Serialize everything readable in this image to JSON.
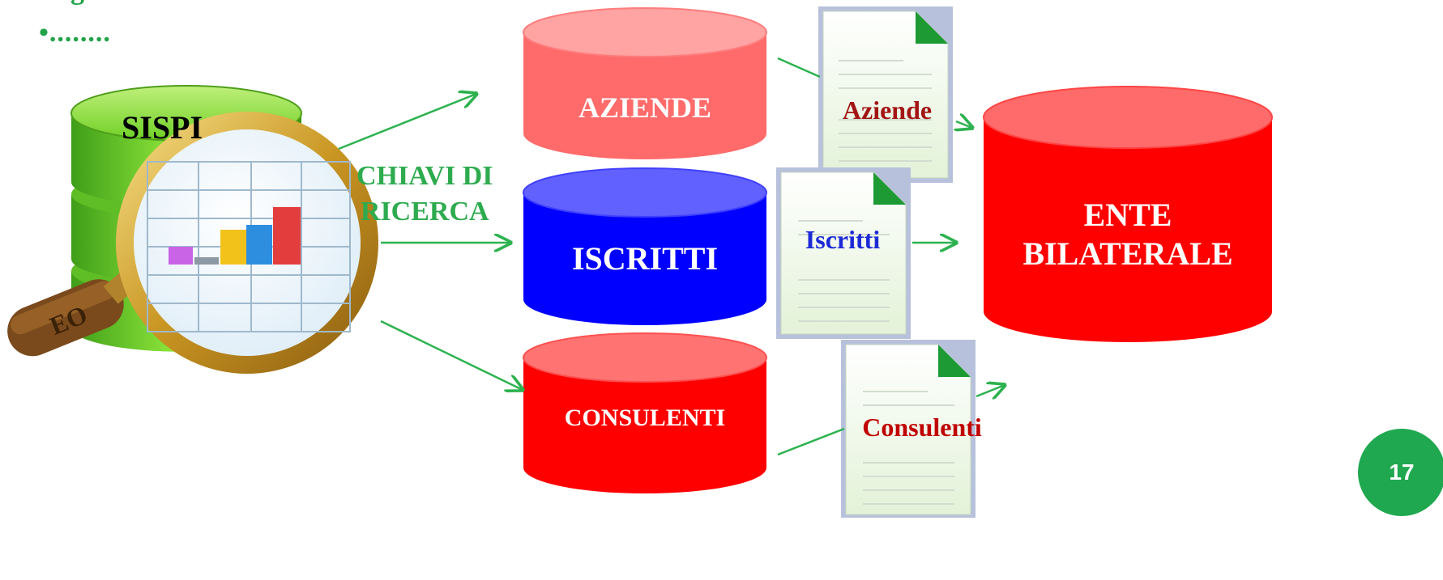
{
  "header": {
    "partial_title": "agliata dei contributi",
    "bullet": "•........"
  },
  "source": {
    "label": "SISPI",
    "magnifier_tag": "EO"
  },
  "connector_label": "CHIAVI DI RICERCA",
  "connector_label_lines": [
    "CHIAVI DI",
    "RICERCA"
  ],
  "databases": {
    "aziende": {
      "label": "AZIENDE",
      "color": "#ff6b6b"
    },
    "iscritti": {
      "label": "ISCRITTI",
      "color": "#0000ff"
    },
    "consulenti": {
      "label": "CONSULENTI",
      "color": "#ff0000"
    }
  },
  "documents": {
    "aziende": {
      "label": "Aziende",
      "color": "#a31515"
    },
    "iscritti": {
      "label": "Iscritti",
      "color": "#1c2bd6"
    },
    "consulenti": {
      "label": "Consulenti",
      "color": "#c00000"
    }
  },
  "target": {
    "lines": [
      "ENTE",
      "BILATERALE"
    ],
    "color": "#ff0000"
  },
  "page_number": "17",
  "colors": {
    "accent_green": "#22a34a",
    "arrow_green": "#2db24f"
  }
}
